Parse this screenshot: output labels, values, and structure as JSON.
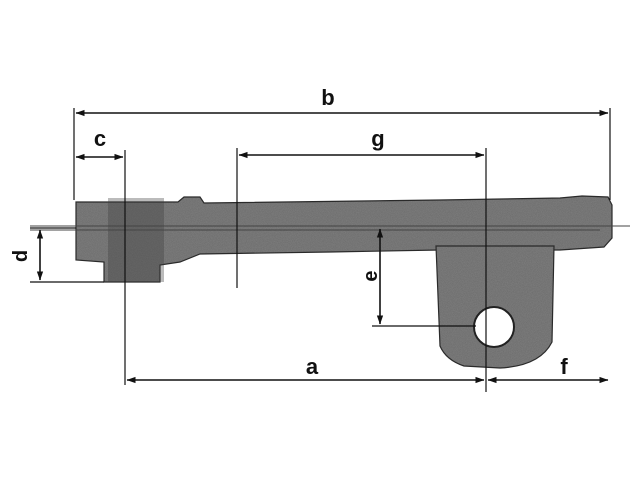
{
  "diagram": {
    "labels": {
      "a": "a",
      "b": "b",
      "c": "c",
      "d": "d",
      "e": "e",
      "f": "f",
      "g": "g"
    }
  }
}
